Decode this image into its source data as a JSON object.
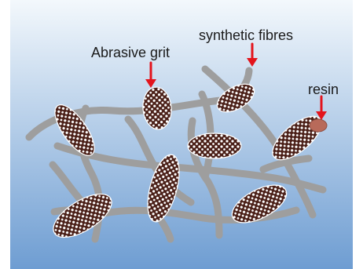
{
  "labels": {
    "abrasive_grit": "Abrasive grit",
    "synthetic_fibres": "synthetic fibres",
    "resin": "resin"
  },
  "colors": {
    "background_top": "#f3f8fc",
    "background_bottom": "#6e9dd2",
    "fibre": "#9e9e9e",
    "grit_body": "#4a1f17",
    "grit_dots": "#ffffff",
    "resin": "#b86a5a",
    "arrow": "#e3141c"
  }
}
